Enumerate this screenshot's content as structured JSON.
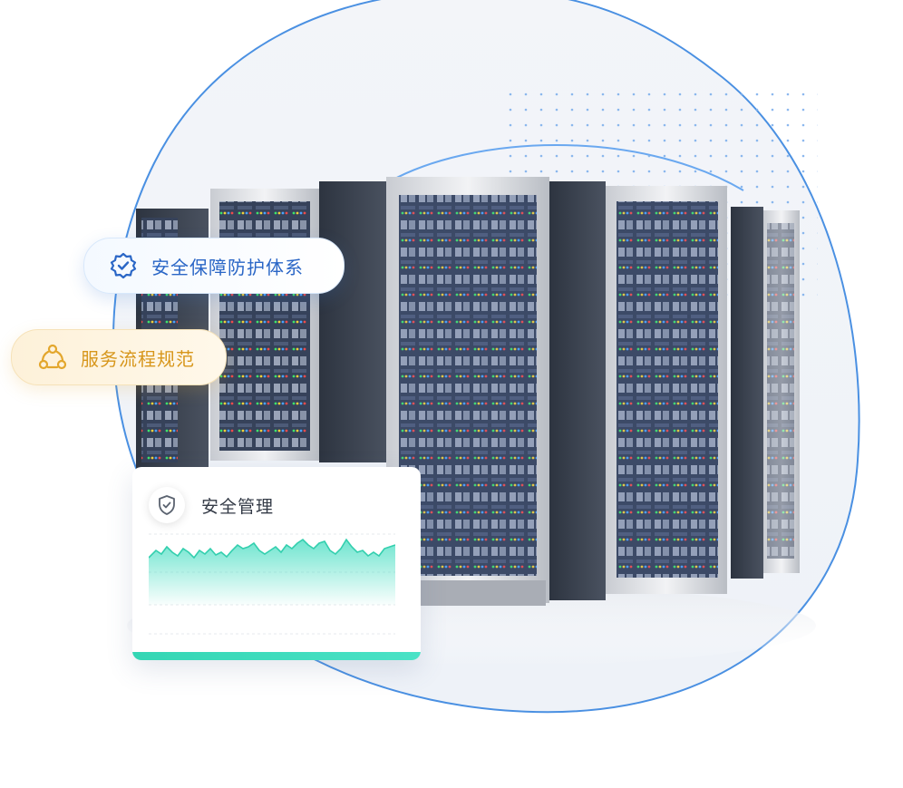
{
  "labels": {
    "security_system": "安全保障防护体系",
    "service_process": "服务流程规范"
  },
  "card": {
    "title": "安全管理"
  },
  "icons": {
    "security_system": "badge-check-icon",
    "service_process": "share-nodes-icon",
    "card": "shield-check-icon"
  },
  "colors": {
    "blue_accent": "#2a66c6",
    "yellow_accent": "#e3a62c",
    "teal_chart": "#3fdcbf",
    "ring": "#4a90e2"
  }
}
